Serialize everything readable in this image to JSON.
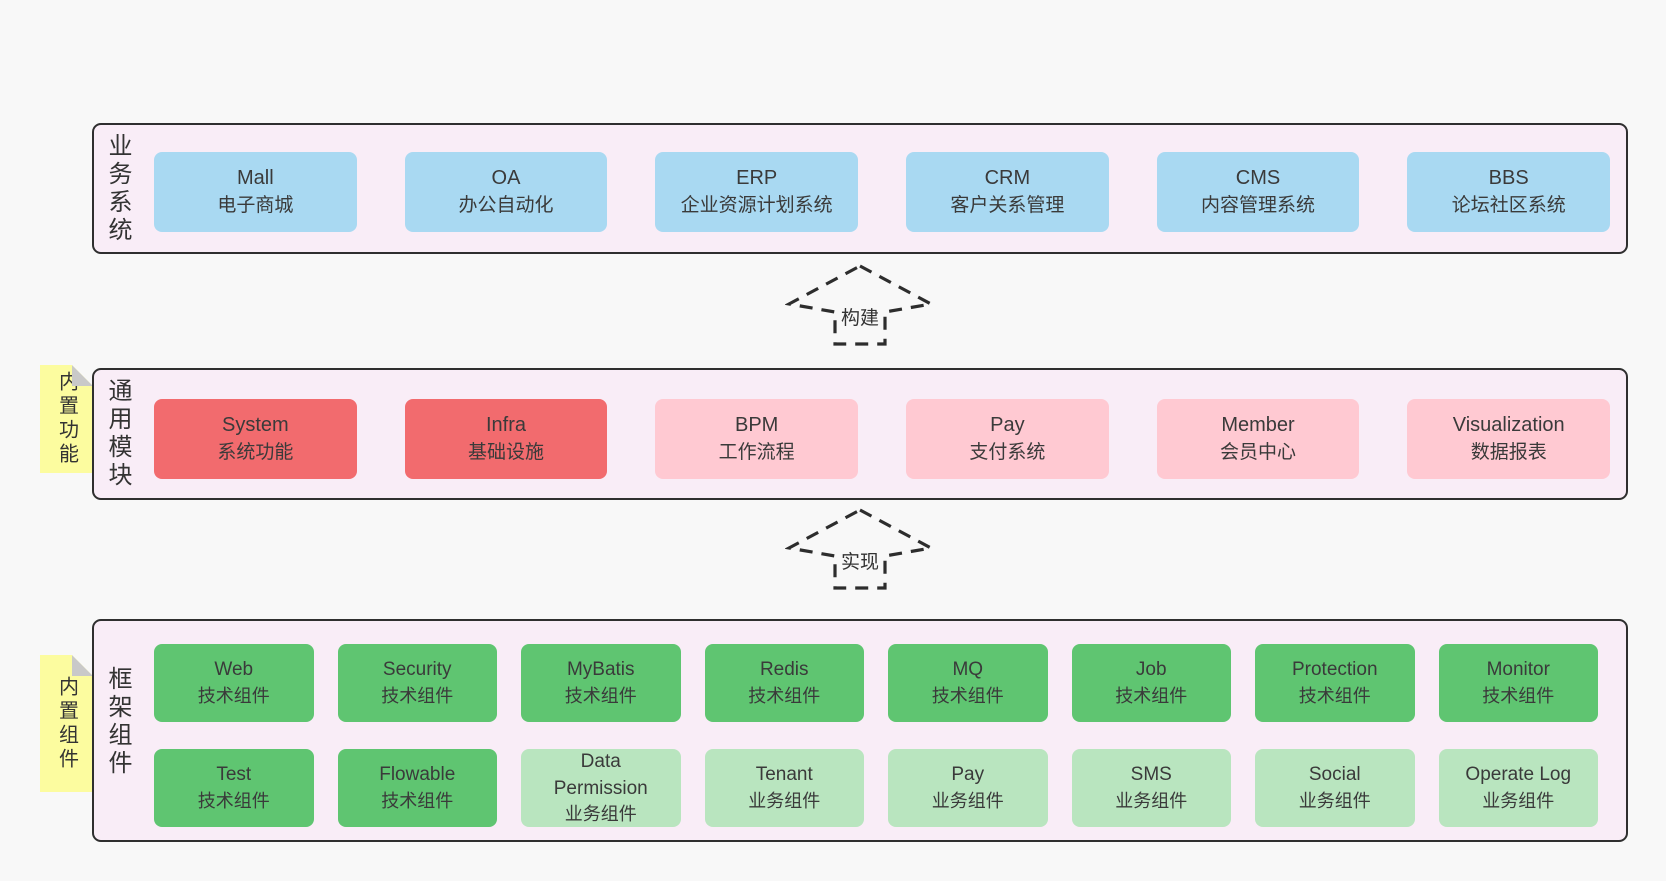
{
  "colors": {
    "page-bg": "#f8f8f8",
    "panel-bg": "#f9edf7",
    "panel-border": "#2f2f2f",
    "box-blue": "#a9d9f2",
    "box-red": "#f26b6e",
    "box-pink": "#ffc9d2",
    "box-green": "#5fc571",
    "box-green-light": "#b9e5bf",
    "note-bg": "#fcfc9f",
    "note-fold": "#c9c9c9",
    "text": "#3a3a3a",
    "arrow": "#2d2d2d"
  },
  "arrows": [
    {
      "label": "构建"
    },
    {
      "label": "实现"
    }
  ],
  "panels": [
    {
      "label": "业务系统",
      "rows": [
        [
          {
            "name": "Mall",
            "sub": "电子商城"
          },
          {
            "name": "OA",
            "sub": "办公自动化"
          },
          {
            "name": "ERP",
            "sub": "企业资源计划系统"
          },
          {
            "name": "CRM",
            "sub": "客户关系管理"
          },
          {
            "name": "CMS",
            "sub": "内容管理系统"
          },
          {
            "name": "BBS",
            "sub": "论坛社区系统"
          }
        ]
      ]
    },
    {
      "label": "通用模块",
      "note": "内置功能",
      "rows": [
        [
          {
            "name": "System",
            "sub": "系统功能"
          },
          {
            "name": "Infra",
            "sub": "基础设施"
          },
          {
            "name": "BPM",
            "sub": "工作流程"
          },
          {
            "name": "Pay",
            "sub": "支付系统"
          },
          {
            "name": "Member",
            "sub": "会员中心"
          },
          {
            "name": "Visualization",
            "sub": "数据报表"
          }
        ]
      ]
    },
    {
      "label": "框架组件",
      "note": "内置组件",
      "rows": [
        [
          {
            "name": "Web",
            "sub": "技术组件"
          },
          {
            "name": "Security",
            "sub": "技术组件"
          },
          {
            "name": "MyBatis",
            "sub": "技术组件"
          },
          {
            "name": "Redis",
            "sub": "技术组件"
          },
          {
            "name": "MQ",
            "sub": "技术组件"
          },
          {
            "name": "Job",
            "sub": "技术组件"
          },
          {
            "name": "Protection",
            "sub": "技术组件"
          },
          {
            "name": "Monitor",
            "sub": "技术组件"
          }
        ],
        [
          {
            "name": "Test",
            "sub": "技术组件"
          },
          {
            "name": "Flowable",
            "sub": "技术组件"
          },
          {
            "name": "Data Permission",
            "sub": "业务组件"
          },
          {
            "name": "Tenant",
            "sub": "业务组件"
          },
          {
            "name": "Pay",
            "sub": "业务组件"
          },
          {
            "name": "SMS",
            "sub": "业务组件"
          },
          {
            "name": "Social",
            "sub": "业务组件"
          },
          {
            "name": "Operate Log",
            "sub": "业务组件"
          }
        ]
      ]
    }
  ]
}
